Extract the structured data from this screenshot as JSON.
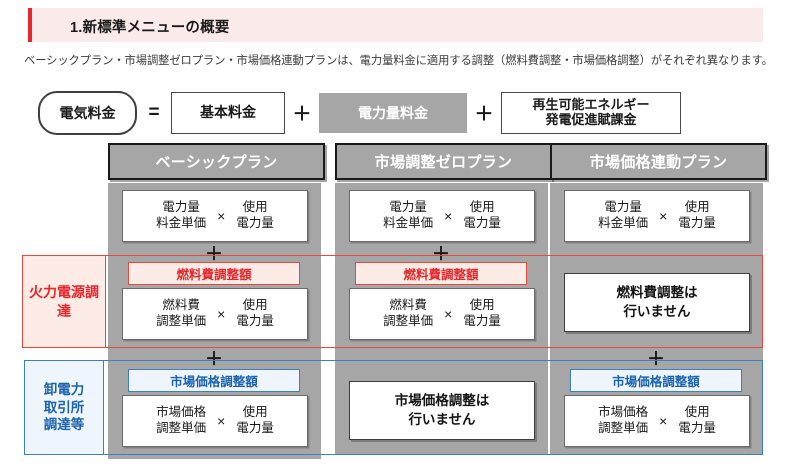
{
  "header": {
    "title": "1.新標準メニューの概要",
    "accent_color": "#e8262b",
    "band_color": "#fbeaea"
  },
  "lede": "ベーシックプラン・市場調整ゼロプラン・市場価格連動プランは、電力量料金に適用する調整（燃料費調整・市場価格調整）がそれぞれ異なります。",
  "equation": {
    "result": "電気料金",
    "equals": "=",
    "plus_1": "＋",
    "plus_2": "＋",
    "term_1": "基本料金",
    "term_2": "電力量料金",
    "term_3_line1": "再生可能エネルギー",
    "term_3_line2": "発電促進賦課金",
    "highlight_color": "#a6a6a6"
  },
  "side_labels": {
    "thermal": "火力電源調達",
    "thermal_color": "#e8262b",
    "wholesale_line1": "卸電力",
    "wholesale_line2": "取引所",
    "wholesale_line3": "調達等",
    "wholesale_color": "#1c63ad"
  },
  "operators": {
    "times": "×",
    "plus": "＋"
  },
  "plans": [
    {
      "name": "ベーシックプラン",
      "energy_charge": {
        "unit_line1": "電力量",
        "unit_line2": "料金単価",
        "qty_line1": "使用",
        "qty_line2": "電力量"
      },
      "fuel": {
        "mode": "formula",
        "badge": "燃料費調整額",
        "unit_line1": "燃料費",
        "unit_line2": "調整単価",
        "qty_line1": "使用",
        "qty_line2": "電力量"
      },
      "market": {
        "mode": "formula",
        "badge": "市場価格調整額",
        "unit_line1": "市場価格",
        "unit_line2": "調整単価",
        "qty_line1": "使用",
        "qty_line2": "電力量"
      },
      "plus_above_fuel": "＋",
      "plus_above_market": "＋"
    },
    {
      "name": "市場調整ゼロプラン",
      "energy_charge": {
        "unit_line1": "電力量",
        "unit_line2": "料金単価",
        "qty_line1": "使用",
        "qty_line2": "電力量"
      },
      "fuel": {
        "mode": "formula",
        "badge": "燃料費調整額",
        "unit_line1": "燃料費",
        "unit_line2": "調整単価",
        "qty_line1": "使用",
        "qty_line2": "電力量"
      },
      "market": {
        "mode": "notice",
        "notice_line1": "市場価格調整は",
        "notice_line2": "行いません"
      },
      "plus_above_fuel": "＋",
      "plus_above_market": ""
    },
    {
      "name": "市場価格連動プラン",
      "energy_charge": {
        "unit_line1": "電力量",
        "unit_line2": "料金単価",
        "qty_line1": "使用",
        "qty_line2": "電力量"
      },
      "fuel": {
        "mode": "notice",
        "notice_line1": "燃料費調整は",
        "notice_line2": "行いません"
      },
      "market": {
        "mode": "formula",
        "badge": "市場価格調整額",
        "unit_line1": "市場価格",
        "unit_line2": "調整単価",
        "qty_line1": "使用",
        "qty_line2": "電力量"
      },
      "plus_above_fuel": "",
      "plus_above_market": "＋"
    }
  ]
}
